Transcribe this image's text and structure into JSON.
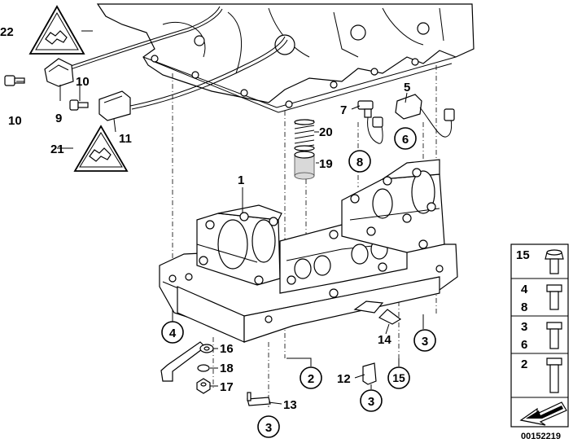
{
  "callouts": {
    "c1": "1",
    "c2": "2",
    "c3a": "3",
    "c3b": "3",
    "c3c": "3",
    "c4": "4",
    "c5": "5",
    "c6": "6",
    "c7": "7",
    "c8": "8",
    "c9": "9",
    "c10a": "10",
    "c10b": "10",
    "c11": "11",
    "c12": "12",
    "c13": "13",
    "c14": "14",
    "c15": "15",
    "c16": "16",
    "c17": "17",
    "c18": "18",
    "c19": "19",
    "c20": "20",
    "c21": "21",
    "c22": "22"
  },
  "legend": {
    "row1": "15",
    "row2a": "4",
    "row2b": "8",
    "row3a": "3",
    "row3b": "6",
    "row4": "2"
  },
  "diagram_id": "00152219"
}
